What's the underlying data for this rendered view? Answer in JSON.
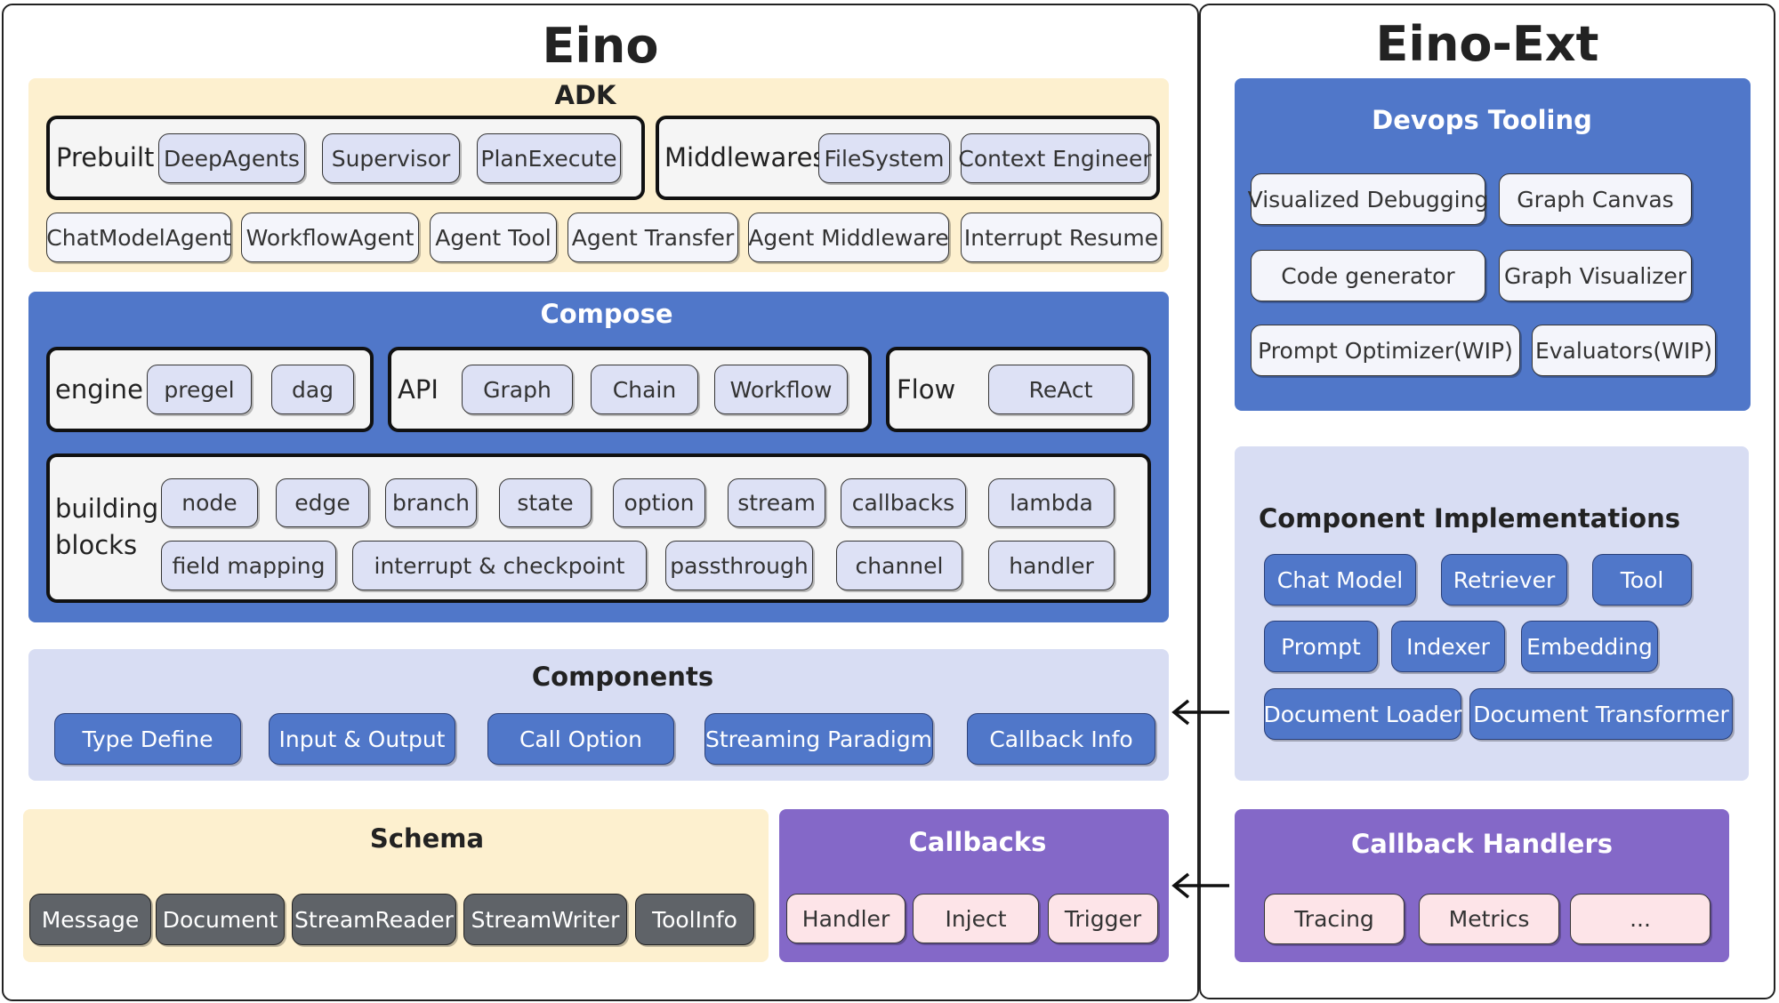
{
  "eino": {
    "title": "Eino",
    "adk": {
      "title": "ADK",
      "prebuilt_label": "Prebuilt",
      "prebuilt_items": [
        "DeepAgents",
        "Supervisor",
        "PlanExecute"
      ],
      "middlewares_label": "Middlewares",
      "middlewares_items": [
        "FileSystem",
        "Context Engineer"
      ],
      "items": [
        "ChatModelAgent",
        "WorkflowAgent",
        "Agent Tool",
        "Agent Transfer",
        "Agent Middleware",
        "Interrupt Resume"
      ]
    },
    "compose": {
      "title": "Compose",
      "engine_label": "engine",
      "engine_items": [
        "pregel",
        "dag"
      ],
      "api_label": "API",
      "api_items": [
        "Graph",
        "Chain",
        "Workflow"
      ],
      "flow_label": "Flow",
      "flow_items": [
        "ReAct"
      ],
      "blocks_label_1": "building",
      "blocks_label_2": "blocks",
      "blocks_row1": [
        "node",
        "edge",
        "branch",
        "state",
        "option",
        "stream",
        "callbacks",
        "lambda"
      ],
      "blocks_row2": [
        "field mapping",
        "interrupt & checkpoint",
        "passthrough",
        "channel",
        "handler"
      ]
    },
    "components": {
      "title": "Components",
      "items": [
        "Type Define",
        "Input & Output",
        "Call Option",
        "Streaming Paradigm",
        "Callback Info"
      ]
    },
    "schema": {
      "title": "Schema",
      "items": [
        "Message",
        "Document",
        "StreamReader",
        "StreamWriter",
        "ToolInfo"
      ]
    },
    "callbacks": {
      "title": "Callbacks",
      "items": [
        "Handler",
        "Inject",
        "Trigger"
      ]
    }
  },
  "ext": {
    "title": "Eino-Ext",
    "devops": {
      "title": "Devops Tooling",
      "items": [
        "Visualized Debugging",
        "Graph Canvas",
        "Code generator",
        "Graph Visualizer",
        "Prompt Optimizer(WIP)",
        "Evaluators(WIP)"
      ]
    },
    "impls": {
      "title": "Component Implementations",
      "items": [
        "Chat Model",
        "Retriever",
        "Tool",
        "Prompt",
        "Indexer",
        "Embedding",
        "Document Loader",
        "Document Transformer"
      ]
    },
    "handlers": {
      "title": "Callback Handlers",
      "items": [
        "Tracing",
        "Metrics",
        "..."
      ]
    }
  },
  "colors": {
    "cream": "#fdf0cf",
    "blue": "#5077c9",
    "lavender": "#d8ddf3",
    "purple": "#8468c8",
    "pill_lavender": "#dde1f5",
    "pill_dark": "#5f6368",
    "pill_pink": "#fde4e8"
  }
}
